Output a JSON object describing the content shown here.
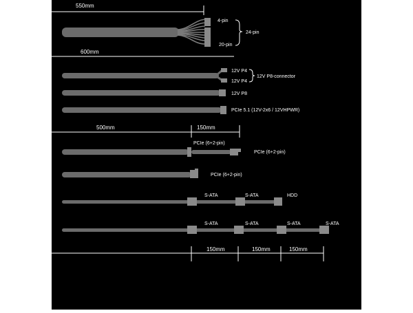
{
  "colors": {
    "panel": "#000000",
    "cable": "#6b6b6b",
    "connector": "#8a8a8a",
    "dim_line": "#ffffff",
    "text": "#ffffff"
  },
  "lengths": {
    "atx": "550mm",
    "cpu_pcie5": "600mm",
    "pcie_main": "500mm",
    "pcie_ext": "150mm",
    "sata_1": "150mm",
    "sata_2": "150mm",
    "sata_3": "150mm"
  },
  "atx": {
    "top": "4-pin",
    "bottom": "20-pin",
    "total": "24-pin"
  },
  "cpu": {
    "p4_a": "12V P4",
    "p4_b": "12V P4",
    "group": "12V P8-connector",
    "p8": "12V P8"
  },
  "pcie5": {
    "label": "PCIe 5.1 (12V-2x6 / 12VHPWR)"
  },
  "pcie_a": {
    "first": "PCIe (6+2-pin)",
    "second": "PCIe (6+2-pin)"
  },
  "pcie_b": {
    "label": "PCIe (6+2-pin)"
  },
  "sata_row1": {
    "c1": "S-ATA",
    "c2": "S-ATA",
    "c3": "HDD"
  },
  "sata_row2": {
    "c1": "S-ATA",
    "c2": "S-ATA",
    "c3": "S-ATA",
    "c4": "S-ATA"
  }
}
